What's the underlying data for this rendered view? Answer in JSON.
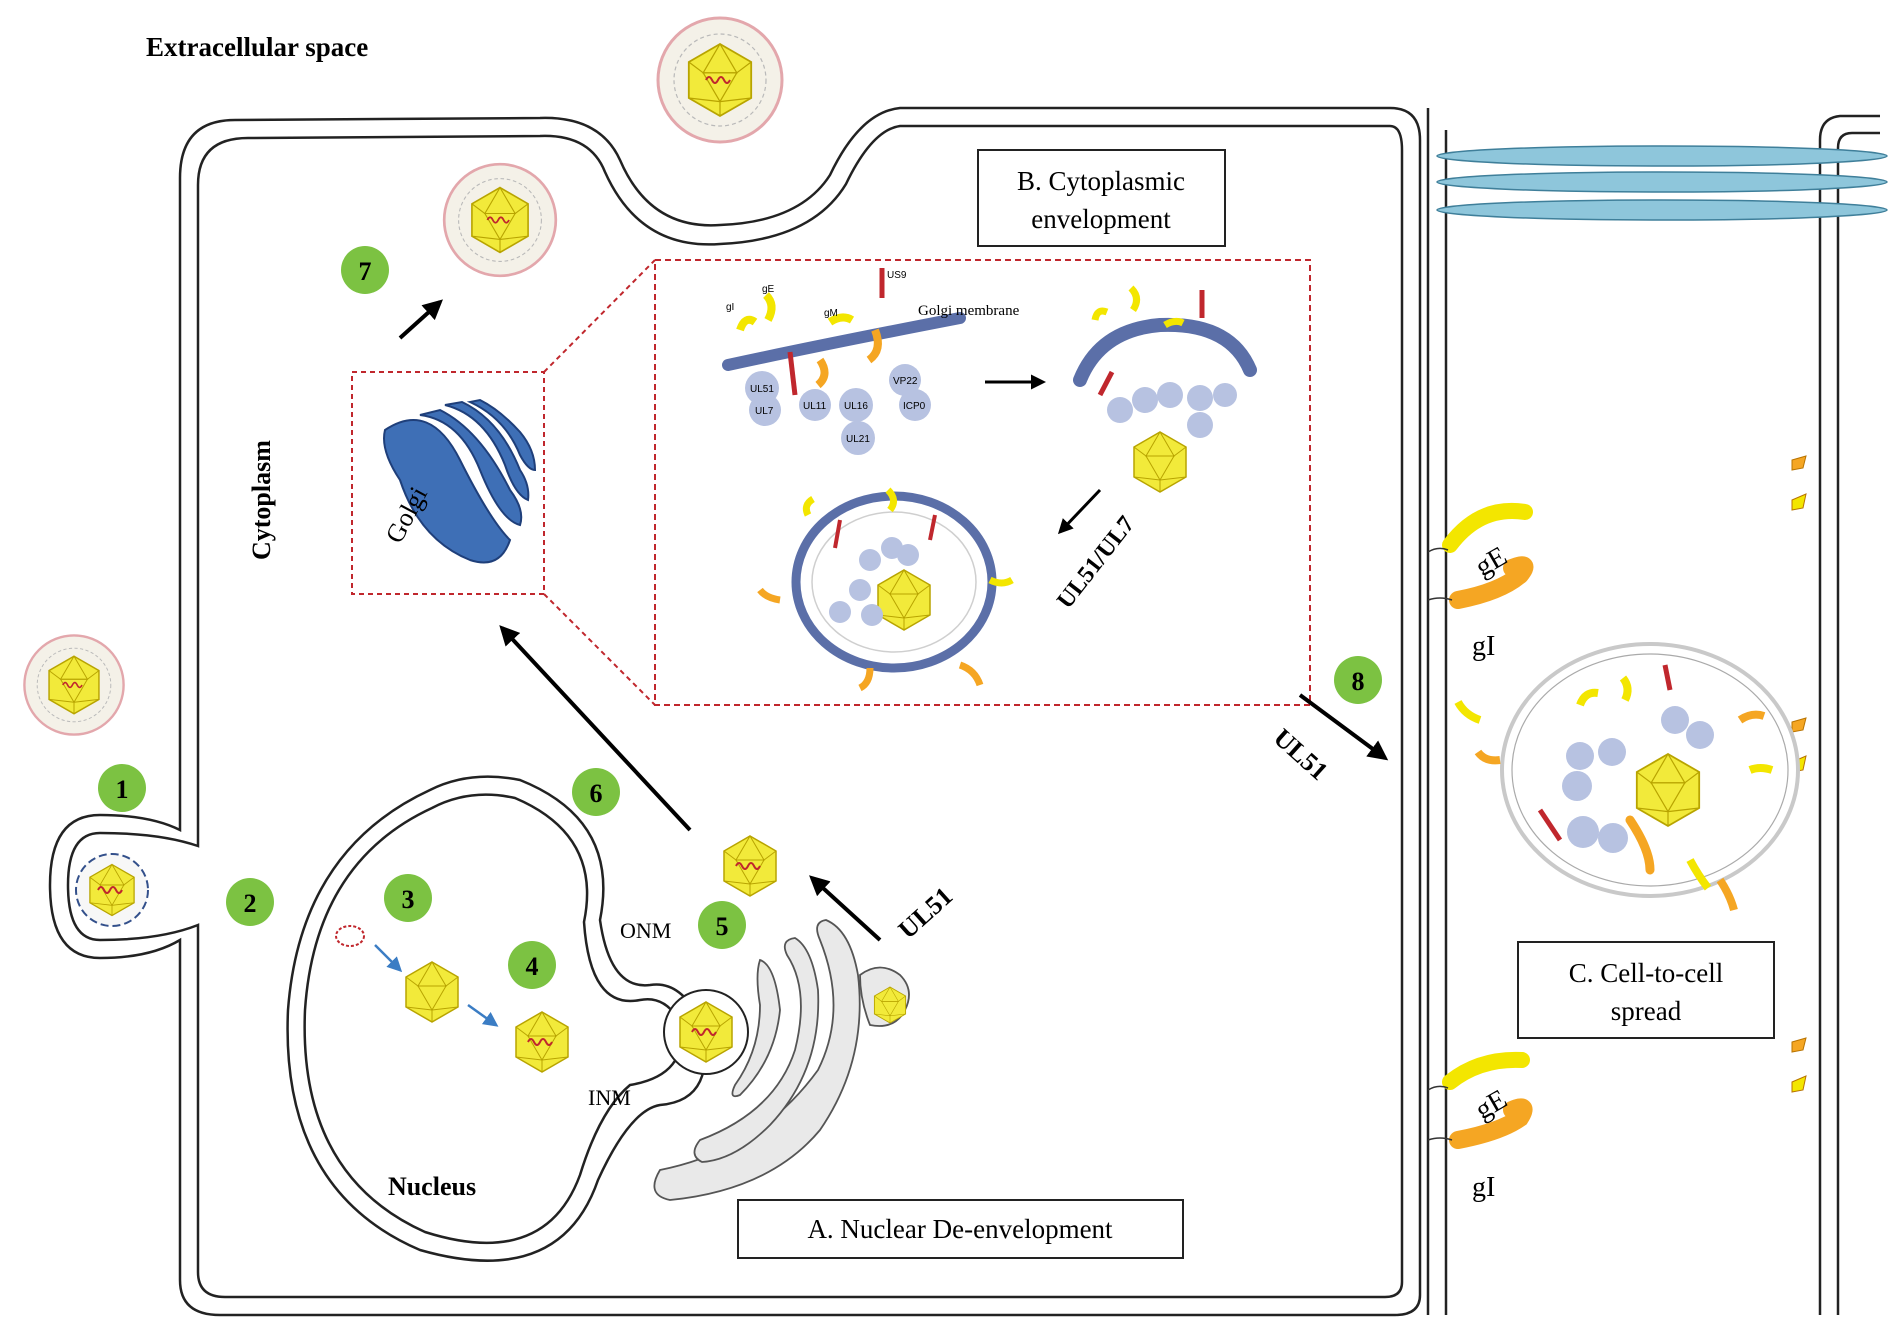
{
  "labels": {
    "extracellular": "Extracellular space",
    "cytoplasm": "Cytoplasm",
    "golgi": "Golgi",
    "nucleus": "Nucleus",
    "onm": "ONM",
    "inm": "INM",
    "golgi_membrane": "Golgi membrane",
    "ul51_ul7": "UL51/UL7",
    "ul51_a": "UL51",
    "ul51_b": "UL51",
    "ge_top": "gE",
    "gi_top": "gI",
    "ge_bottom": "gE",
    "gi_bottom": "gI"
  },
  "boxes": {
    "a_line1": "A. Nuclear De-envelopment",
    "b_line1": "B. Cytoplasmic",
    "b_line2": "envelopment",
    "c_line1": "C. Cell-to-cell",
    "c_line2": "spread"
  },
  "steps": [
    "1",
    "2",
    "3",
    "4",
    "5",
    "6",
    "7",
    "8"
  ],
  "proteins": {
    "ul51": "UL51",
    "ul7": "UL7",
    "ul11": "UL11",
    "ul16": "UL16",
    "ul21": "UL21",
    "vp22": "VP22",
    "icp0": "ICP0",
    "gE": "gE",
    "gI": "gI",
    "gM": "gM",
    "us9": "US9"
  },
  "colors": {
    "step_green": "#7cc242",
    "capsid_yellow": "#f2ea3a",
    "golgi_blue": "#3e6fb6",
    "membrane_blue": "#5b6fa8",
    "tight_junction": "#8ec6db",
    "ge_yellow": "#f3e600",
    "gi_orange": "#f5a623",
    "us9_red": "#c0272d",
    "dashed_red": "#c0272d",
    "tegument_grey": "#b7c2e1"
  }
}
